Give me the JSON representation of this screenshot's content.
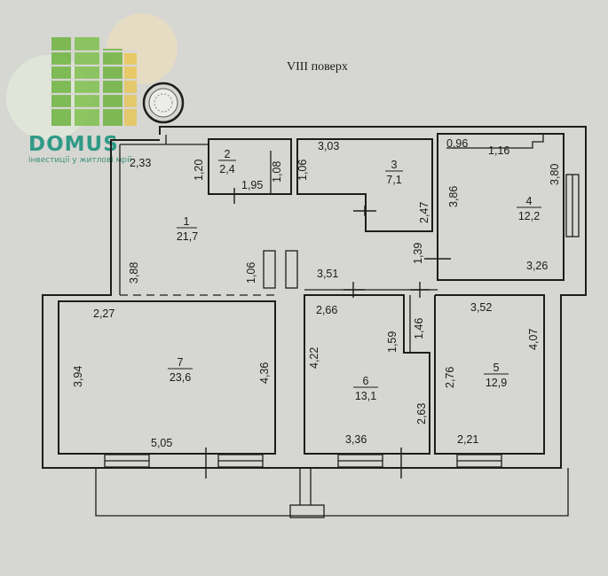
{
  "floor_title": "VIII поверх",
  "logo": {
    "brand": "DOMUS",
    "tagline": "інвестиції у житлові мрії",
    "colors": {
      "green": "#6db33f",
      "teal": "#2f9a86",
      "yellow": "#e8c34a"
    }
  },
  "rooms": [
    {
      "number": "1",
      "area": "21,7"
    },
    {
      "number": "2",
      "area": "2,4"
    },
    {
      "number": "3",
      "area": "7,1"
    },
    {
      "number": "4",
      "area": "12,2"
    },
    {
      "number": "5",
      "area": "12,9"
    },
    {
      "number": "6",
      "area": "13,1"
    },
    {
      "number": "7",
      "area": "23,6"
    }
  ],
  "dimensions": {
    "d233": "2,33",
    "d120": "1,20",
    "d195": "1,95",
    "d108": "1,08",
    "d106a": "1,06",
    "d303": "3,03",
    "d247": "2,47",
    "d096": "0,96",
    "d116": "1,16",
    "d386": "3,86",
    "d380": "3,80",
    "d326": "3,26",
    "d388": "3,88",
    "d106b": "1,06",
    "d351": "3,51",
    "d139": "1,39",
    "d227": "2,27",
    "d394": "3,94",
    "d436": "4,36",
    "d505": "5,05",
    "d266": "2,66",
    "d159": "1,59",
    "d146": "1,46",
    "d352": "3,52",
    "d407": "4,07",
    "d422": "4,22",
    "d276": "2,76",
    "d263": "2,63",
    "d336": "3,36",
    "d221": "2,21"
  }
}
